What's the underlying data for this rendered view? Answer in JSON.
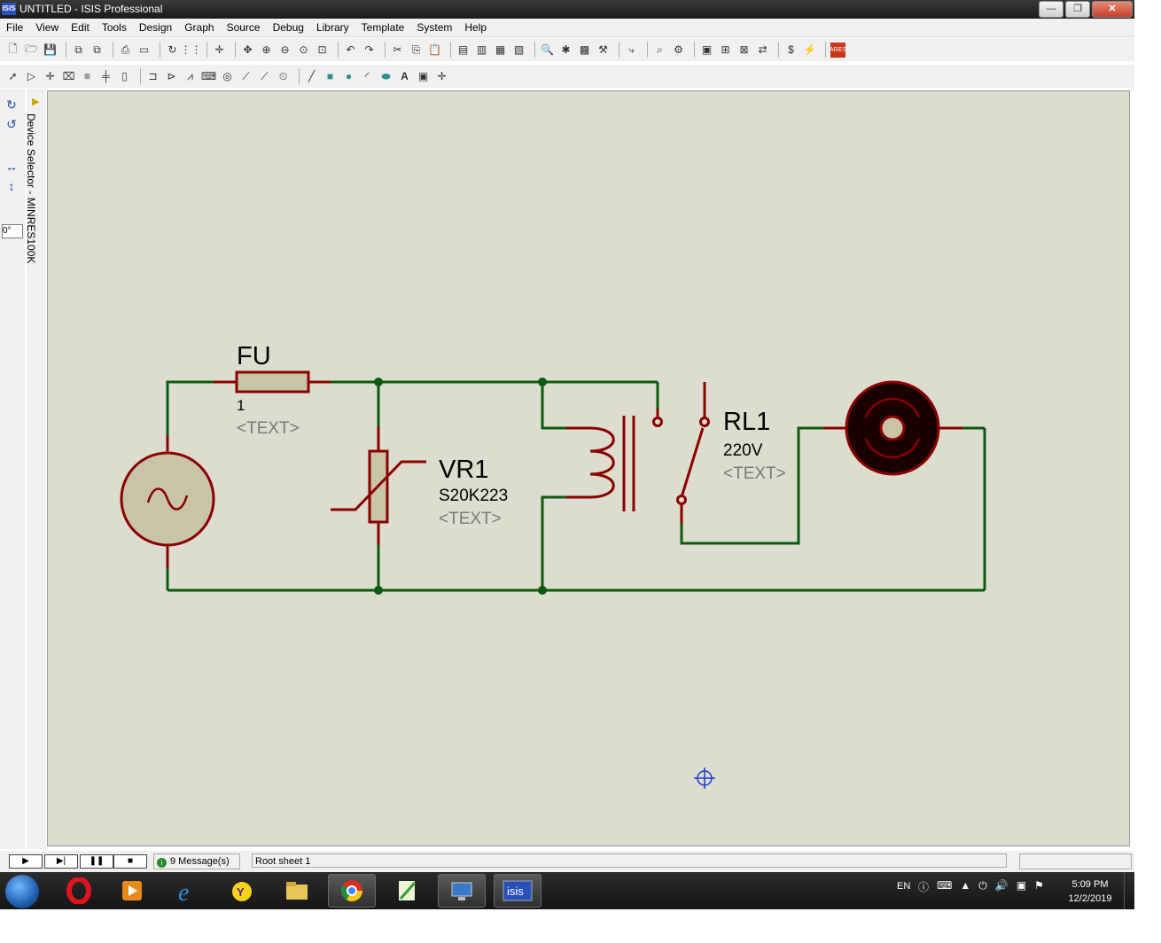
{
  "window": {
    "title": "UNTITLED - ISIS Professional",
    "app_icon": "ISIS",
    "minimize": "—",
    "maximize": "❐",
    "close": "✕"
  },
  "menu": [
    "File",
    "View",
    "Edit",
    "Tools",
    "Design",
    "Graph",
    "Source",
    "Debug",
    "Library",
    "Template",
    "System",
    "Help"
  ],
  "left_tools": {
    "angle_value": "0°"
  },
  "device_selector": {
    "label": "Device Selector - MINRES100K"
  },
  "schematic": {
    "fuse": {
      "ref": "FU",
      "value": "1",
      "text": "<TEXT>"
    },
    "varistor": {
      "ref": "VR1",
      "value": "S20K223",
      "text": "<TEXT>"
    },
    "relay": {
      "ref": "RL1",
      "value": "220V",
      "text": "<TEXT>"
    },
    "colors": {
      "background": "#dcdccf",
      "wire": "#0b5a12",
      "component": "#8b0000",
      "fill": "#c8c4a8",
      "label": "#000000",
      "placeholder": "#7a7a7a"
    }
  },
  "statusbar": {
    "play": "▶",
    "step": "▶|",
    "pause": "❚❚",
    "stop": "■",
    "messages": "9 Message(s)",
    "sheet": "Root sheet 1"
  },
  "taskbar": {
    "language": "EN",
    "time": "5:09 PM",
    "date": "12/2/2019",
    "active_app": "isis"
  }
}
